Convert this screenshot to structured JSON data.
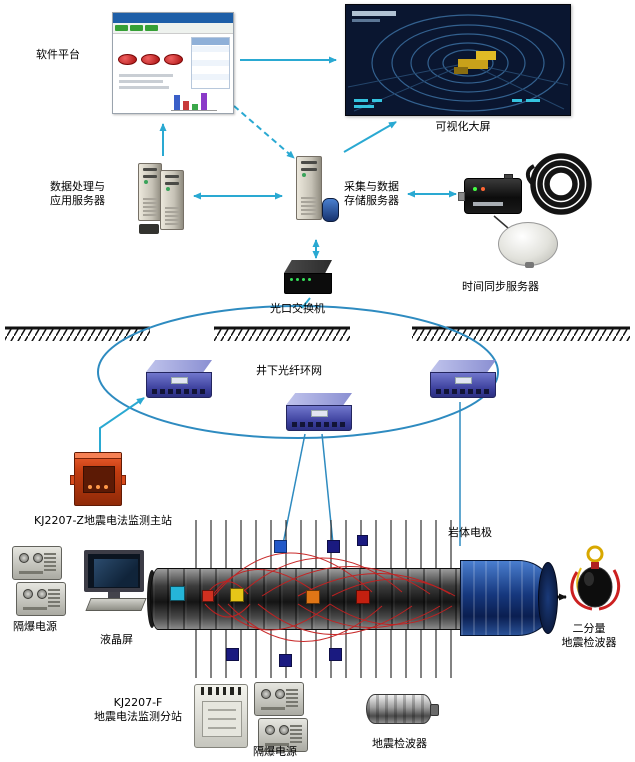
{
  "labels": {
    "software_platform": "软件平台",
    "big_screen": "可视化大屏",
    "data_server_l1": "数据处理与",
    "data_server_l2": "应用服务器",
    "collect_server_l1": "采集与数据",
    "collect_server_l2": "存储服务器",
    "time_sync_server": "时间同步服务器",
    "optical_switch": "光口交换机",
    "fiber_ring": "井下光纤环网",
    "main_station": "KJ2207-Z地震电法监测主站",
    "rock_electrode": "岩体电极",
    "power_left": "隔爆电源",
    "lcd_screen": "液晶屏",
    "geophone_two_l1": "二分量",
    "geophone_two_l2": "地震检波器",
    "substation_l1": "KJ2207-F",
    "substation_l2": "地震电法监测分站",
    "power_bottom": "隔爆电源",
    "geophone_bottom": "地震检波器"
  },
  "colors": {
    "arrow": "#2aa9d2",
    "ring": "#2e8bc0",
    "field_lines": "#c62020",
    "ground": "#111111",
    "main_station_body": "#c23c10",
    "network_device": "#5a5fb8",
    "tunnel_blue": "#1a4a9a"
  }
}
